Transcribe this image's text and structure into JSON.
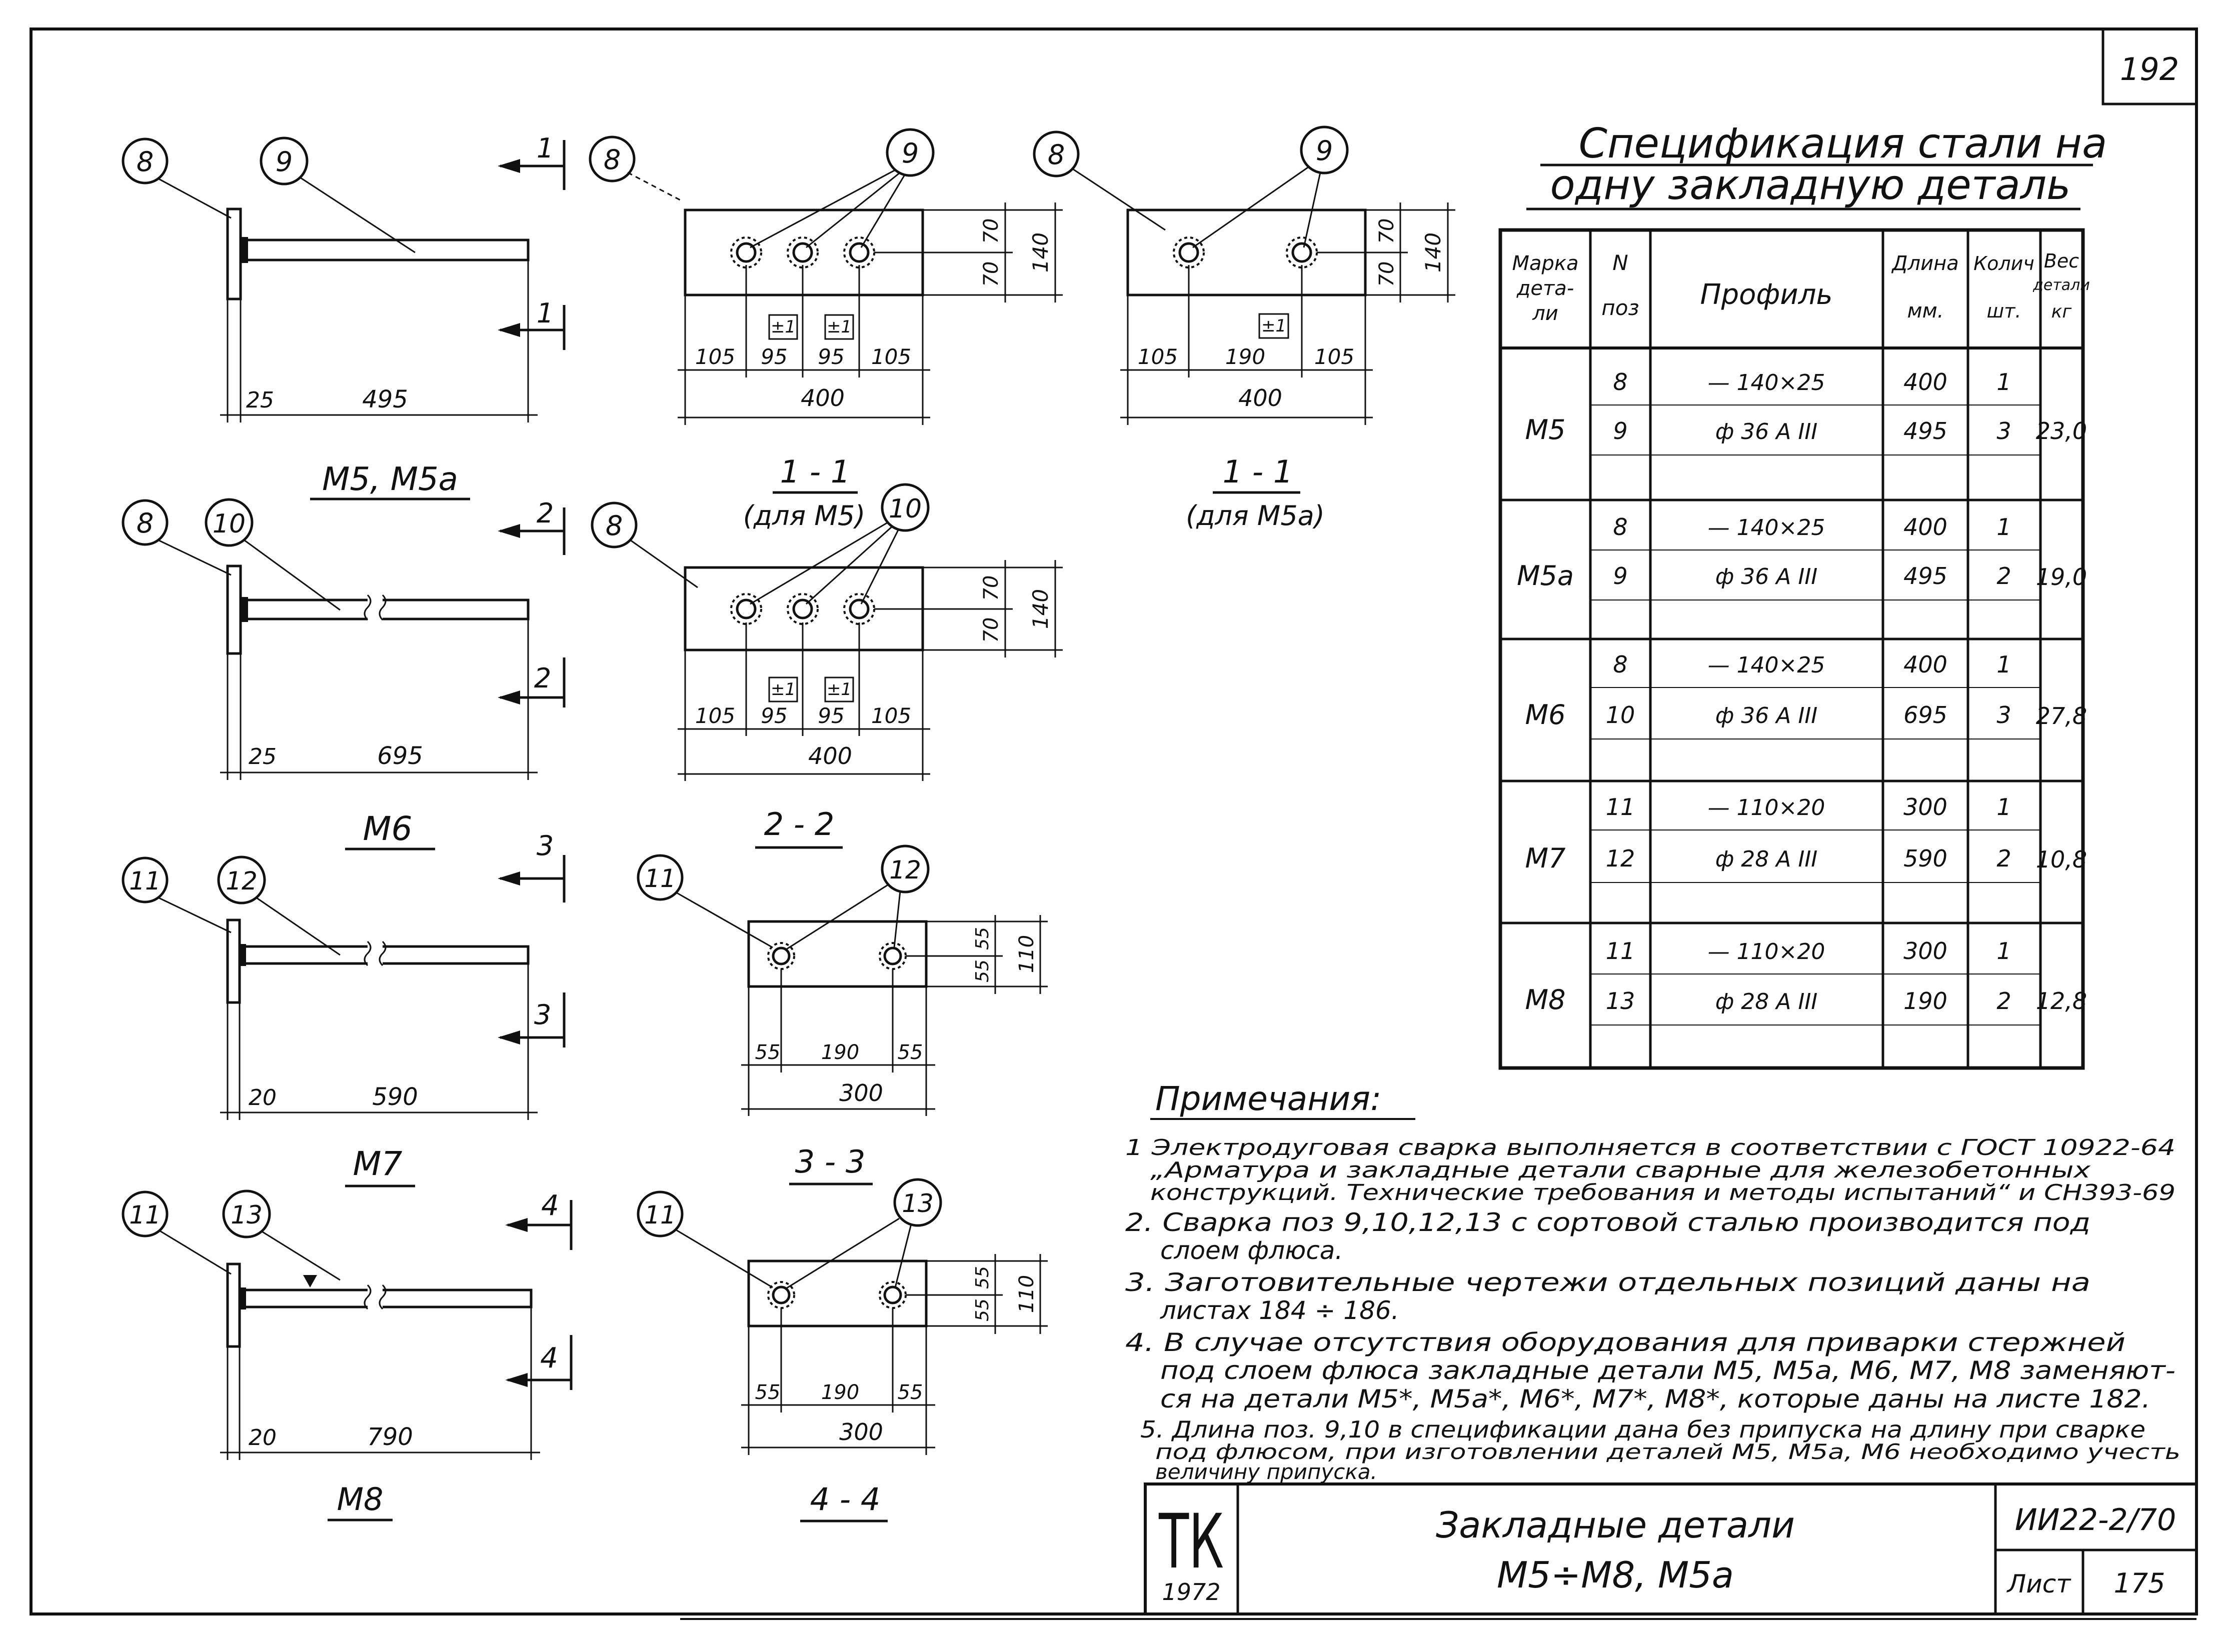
{
  "sheet": {
    "page_number": "192",
    "stamp": {
      "org": "ТК",
      "year": "1972"
    },
    "title": [
      "Закладные детали",
      "М5÷М8, М5а"
    ],
    "code": "ИИ22-2/70",
    "list_label": "Лист",
    "list_number": "175"
  },
  "spec": {
    "title_line1": "Спецификация стали на",
    "title_line2": "одну закладную деталь",
    "headers": {
      "mark": [
        "Марка",
        "дета-",
        "ли"
      ],
      "pos": [
        "N",
        "поз"
      ],
      "profile": "Профиль",
      "length": [
        "Длина",
        "мм."
      ],
      "qty": [
        "Колич",
        "шт."
      ],
      "weight": [
        "Вес",
        "детали",
        "кг"
      ]
    },
    "groups": [
      {
        "mark": "М5",
        "weight": "23,0",
        "rows": [
          {
            "pos": "8",
            "profile": "— 140×25",
            "length": "400",
            "qty": "1"
          },
          {
            "pos": "9",
            "profile": "ф 36 А III",
            "length": "495",
            "qty": "3"
          }
        ]
      },
      {
        "mark": "М5а",
        "weight": "19,0",
        "rows": [
          {
            "pos": "8",
            "profile": "— 140×25",
            "length": "400",
            "qty": "1"
          },
          {
            "pos": "9",
            "profile": "ф 36 А III",
            "length": "495",
            "qty": "2"
          }
        ]
      },
      {
        "mark": "М6",
        "weight": "27,8",
        "rows": [
          {
            "pos": "8",
            "profile": "— 140×25",
            "length": "400",
            "qty": "1"
          },
          {
            "pos": "10",
            "profile": "ф 36 А III",
            "length": "695",
            "qty": "3"
          }
        ]
      },
      {
        "mark": "М7",
        "weight": "10,8",
        "rows": [
          {
            "pos": "11",
            "profile": "— 110×20",
            "length": "300",
            "qty": "1"
          },
          {
            "pos": "12",
            "profile": "ф 28 А III",
            "length": "590",
            "qty": "2"
          }
        ]
      },
      {
        "mark": "М8",
        "weight": "12,8",
        "rows": [
          {
            "pos": "11",
            "profile": "— 110×20",
            "length": "300",
            "qty": "1"
          },
          {
            "pos": "13",
            "profile": "ф 28 А III",
            "length": "190",
            "qty": "2"
          }
        ]
      }
    ]
  },
  "notes": {
    "title": "Примечания:",
    "lines": [
      "1  Электродуговая сварка выполняется в соответствии с ГОСТ 10922-64",
      "„Арматура и закладные детали сварные для железобетонных",
      "конструкций. Технические требования и методы испытаний“ и СН393-69",
      "2. Сварка поз 9,10,12,13 с сортовой сталью производится под",
      "слоем флюса.",
      "3. Заготовительные чертежи отдельных позиций даны на",
      "листах 184 ÷ 186.",
      "4. В случае отсутствия оборудования для приварки стержней",
      "под слоем флюса закладные детали М5, М5а, М6, М7, М8 заменяют-",
      "ся на детали М5*, М5а*, М6*, М7*, М8*, которые даны на листе 182.",
      "5. Длина поз. 9,10 в спецификации дана без припуска на длину при сварке",
      "под флюсом, при изготовлении деталей М5, М5а, М6 необходимо учесть",
      "величину припуска."
    ]
  },
  "views": {
    "side": [
      {
        "caption": "М5, М5а",
        "plate_pos": "8",
        "bar_pos": "9",
        "dim_a": "25",
        "dim_b": "495",
        "section": "1"
      },
      {
        "caption": "М6",
        "plate_pos": "8",
        "bar_pos": "10",
        "dim_a": "25",
        "dim_b": "695",
        "section": "2"
      },
      {
        "caption": "М7",
        "plate_pos": "11",
        "bar_pos": "12",
        "dim_a": "20",
        "dim_b": "590",
        "section": "3"
      },
      {
        "caption": "М8",
        "plate_pos": "11",
        "bar_pos": "13",
        "dim_a": "20",
        "dim_b": "790",
        "section": "4"
      }
    ],
    "sections": [
      {
        "caption": "1 - 1",
        "subcaption": "(для М5)",
        "plate_pos": "8",
        "bar_pos": "9",
        "dims_bottom": [
          "105",
          "95",
          "95",
          "105"
        ],
        "total": "400",
        "dims_right": [
          "70",
          "70"
        ],
        "height": "140",
        "tol": "±1"
      },
      {
        "caption": "1 - 1",
        "subcaption": "(для М5а)",
        "plate_pos": "8",
        "bar_pos": "9",
        "dims_bottom": [
          "105",
          "190",
          "105"
        ],
        "total": "400",
        "dims_right": [
          "70",
          "70"
        ],
        "height": "140",
        "tol": "±1"
      },
      {
        "caption": "2 - 2",
        "subcaption": "",
        "plate_pos": "8",
        "bar_pos": "10",
        "dims_bottom": [
          "105",
          "95",
          "95",
          "105"
        ],
        "total": "400",
        "dims_right": [
          "70",
          "70"
        ],
        "height": "140",
        "tol": "±1"
      },
      {
        "caption": "3 - 3",
        "subcaption": "",
        "plate_pos": "11",
        "bar_pos": "12",
        "dims_bottom": [
          "55",
          "190",
          "55"
        ],
        "total": "300",
        "dims_right": [
          "55",
          "55"
        ],
        "height": "110",
        "tol": ""
      },
      {
        "caption": "4 - 4",
        "subcaption": "",
        "plate_pos": "11",
        "bar_pos": "13",
        "dims_bottom": [
          "55",
          "190",
          "55"
        ],
        "total": "300",
        "dims_right": [
          "55",
          "55"
        ],
        "height": "110",
        "tol": ""
      }
    ]
  }
}
